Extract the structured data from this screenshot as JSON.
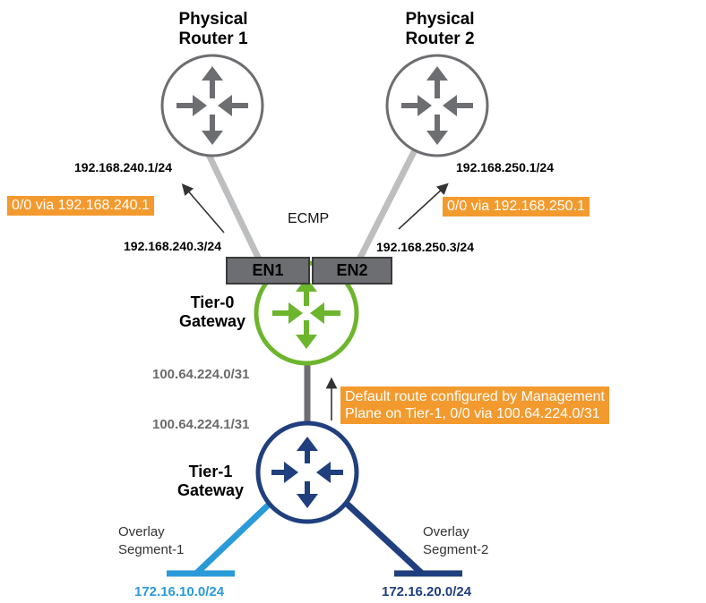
{
  "routers": {
    "physical1": {
      "title_line1": "Physical",
      "title_line2": "Router 1",
      "color": "#6d6e71"
    },
    "physical2": {
      "title_line1": "Physical",
      "title_line2": "Router 2",
      "color": "#6d6e71"
    }
  },
  "gateways": {
    "tier0": {
      "label_line1": "Tier-0",
      "label_line2": "Gateway",
      "color": "#6cb52d"
    },
    "tier1": {
      "label_line1": "Tier-1",
      "label_line2": "Gateway",
      "color": "#1f3f7e"
    }
  },
  "edge_nodes": {
    "en1": "EN1",
    "en2": "EN2"
  },
  "ecmp": "ECMP",
  "addresses": {
    "pr1_ip": "192.168.240.1/24",
    "pr2_ip": "192.168.250.1/24",
    "en1_ip": "192.168.240.3/24",
    "en2_ip": "192.168.250.3/24",
    "t0_ip": "100.64.224.0/31",
    "t1_ip": "100.64.224.1/31"
  },
  "routes": {
    "left": "0/0 via 192.168.240.1",
    "right": "0/0 via 192.168.250.1",
    "default_line1": "Default route configured by Management",
    "default_line2": "Plane on Tier-1, 0/0 via 100.64.224.0/31",
    "color": "#f39a2e"
  },
  "segments": {
    "seg1": {
      "line1": "Overlay",
      "line2": "Segment-1",
      "subnet": "172.16.10.0/24",
      "color": "#2a9ad8"
    },
    "seg2": {
      "line1": "Overlay",
      "line2": "Segment-2",
      "subnet": "172.16.20.0/24",
      "color": "#1f3f7e"
    }
  }
}
